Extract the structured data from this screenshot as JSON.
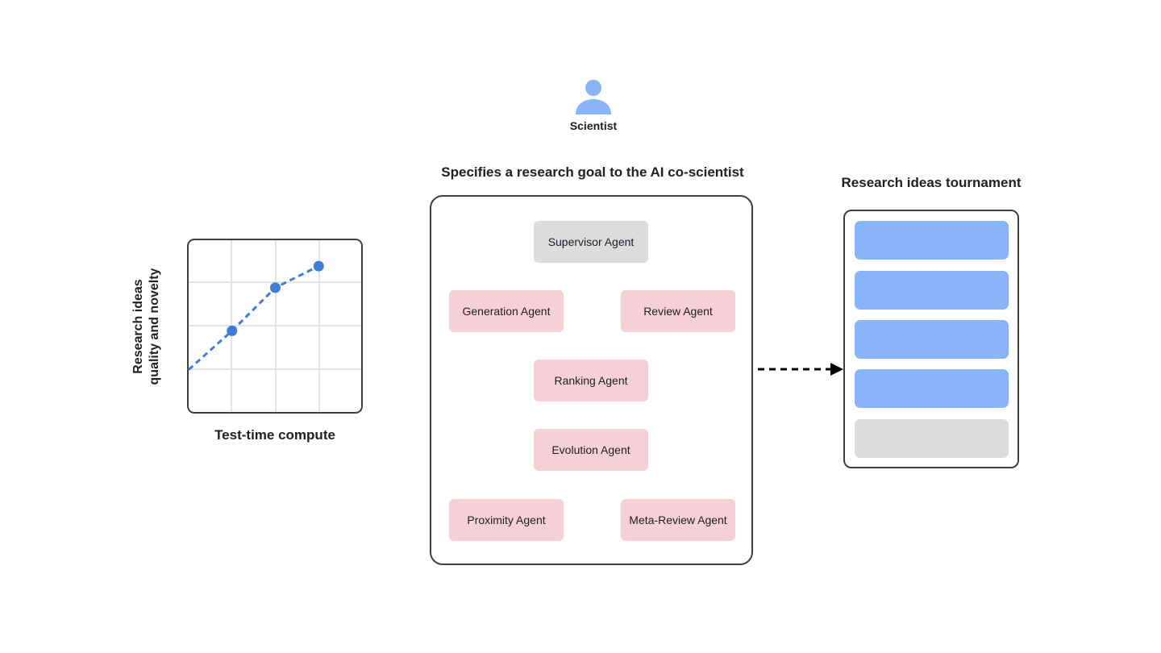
{
  "scientist": {
    "label": "Scientist",
    "icon": "person-icon",
    "icon_color": "#8ab4f8"
  },
  "goal": {
    "title": "Specifies a research goal to the AI co-scientist"
  },
  "agents": {
    "supervisor": "Supervisor Agent",
    "generation": "Generation Agent",
    "review": "Review Agent",
    "ranking": "Ranking Agent",
    "evolution": "Evolution Agent",
    "proximity": "Proximity Agent",
    "meta_review": "Meta-Review Agent"
  },
  "colors": {
    "agent_fill": "#f5d0d6",
    "supervisor_fill": "#dadcde",
    "idea_fill": "#8ab4f8",
    "idea_empty_fill": "#dadcde",
    "line": "#3d7dd8"
  },
  "chart": {
    "ylabel_line1": "Research ideas",
    "ylabel_line2": "quality and novelty",
    "xlabel": "Test-time compute"
  },
  "chart_data": {
    "type": "line",
    "xlabel": "Test-time compute",
    "ylabel": "Research ideas quality and novelty",
    "grid": true,
    "series": [
      {
        "x": [
          0,
          1,
          2,
          3
        ],
        "y": [
          1.0,
          1.9,
          2.9,
          3.4
        ],
        "style": "dashed",
        "markers": [
          false,
          true,
          true,
          true
        ]
      }
    ],
    "xlim": [
      0,
      4
    ],
    "ylim": [
      0,
      4
    ]
  },
  "tournament": {
    "title": "Research ideas tournament",
    "slots": [
      "filled",
      "filled",
      "filled",
      "filled",
      "empty"
    ]
  }
}
